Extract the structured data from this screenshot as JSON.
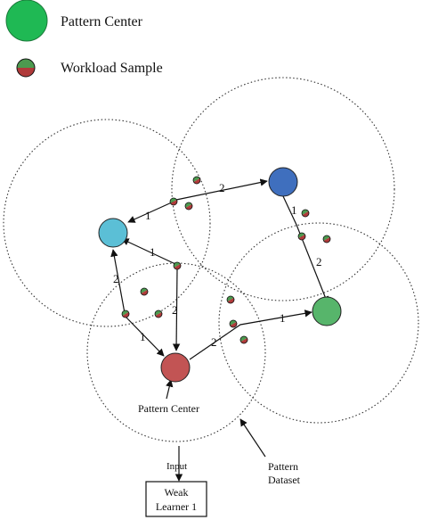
{
  "legend": {
    "pattern_center_label": "Pattern Center",
    "workload_sample_label": "Workload Sample"
  },
  "edges": {
    "blue_to_cyan": "1",
    "sample_to_blue": "2",
    "dark_blue_to_green_a": "1",
    "dark_blue_to_green_b": "2",
    "sample_to_cyan": "1",
    "red_to_cyan": "2",
    "sample_to_red_a": "1",
    "sample_to_red_b": "2",
    "red_to_green_a": "2",
    "red_to_green_b": "1"
  },
  "annotations": {
    "pattern_center_note": "Pattern Center",
    "input_label": "Input",
    "pattern_dataset_line1": "Pattern",
    "pattern_dataset_line2": "Dataset",
    "weak_learner_line1": "Weak",
    "weak_learner_line2": "Learner 1"
  },
  "colors": {
    "legend_center": "#1fb954",
    "cyan_center": "#5bbfd6",
    "blue_center": "#3f6fbe",
    "green_center": "#57b56b",
    "red_center": "#c25454",
    "sample_top": "#4c9a4f",
    "sample_bottom": "#b03a3a",
    "cluster_outline": "#333333"
  }
}
